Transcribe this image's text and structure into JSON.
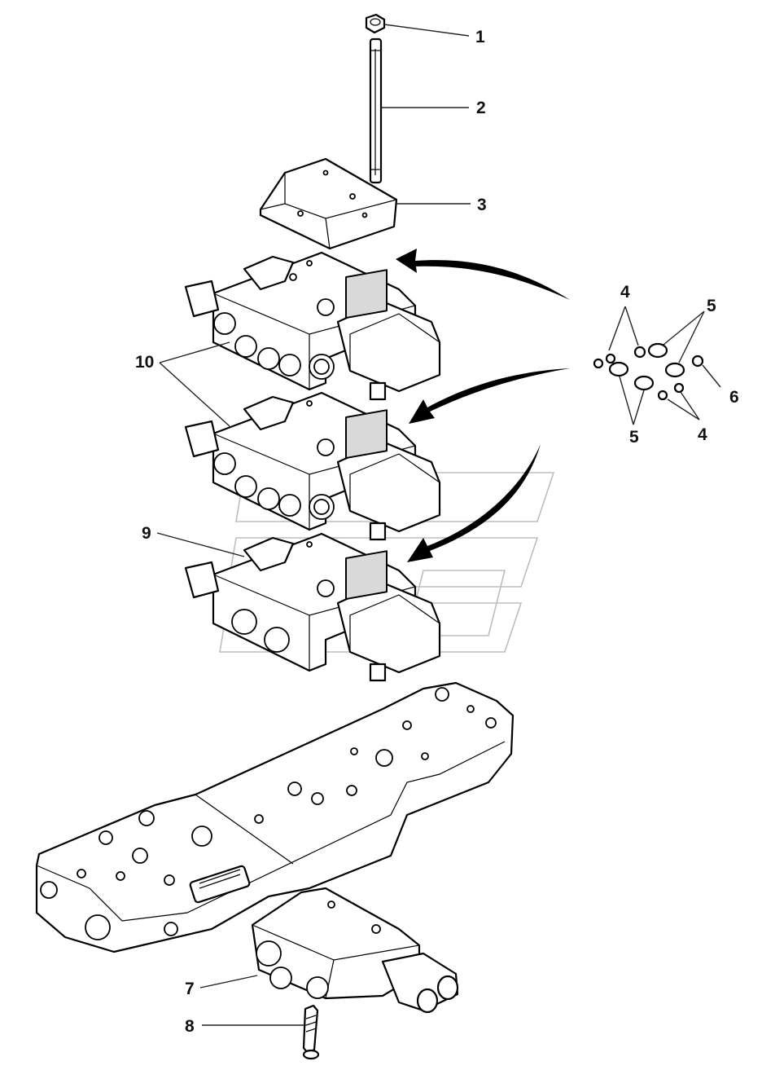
{
  "callouts": [
    {
      "id": "1",
      "label": "1"
    },
    {
      "id": "2",
      "label": "2"
    },
    {
      "id": "3",
      "label": "3"
    },
    {
      "id": "4a",
      "label": "4"
    },
    {
      "id": "5a",
      "label": "5"
    },
    {
      "id": "6",
      "label": "6"
    },
    {
      "id": "5b",
      "label": "5"
    },
    {
      "id": "4b",
      "label": "4"
    },
    {
      "id": "10",
      "label": "10"
    },
    {
      "id": "9",
      "label": "9"
    },
    {
      "id": "7",
      "label": "7"
    },
    {
      "id": "8",
      "label": "8"
    }
  ]
}
